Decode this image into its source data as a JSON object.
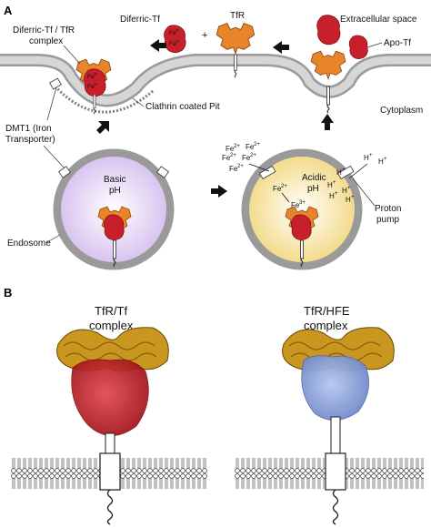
{
  "panel_a": {
    "letter": "A",
    "labels": {
      "diferric_tf_top": "Diferric-Tf",
      "tfr_top": "TfR",
      "plus": "+",
      "extracellular": "Extracellular space",
      "apo_tf": "Apo-Tf",
      "complex_line1": "Diferric-Tf / TfR",
      "complex_line2": "complex",
      "clathrin": "Clathrin coated Pit",
      "cytoplasm": "Cytoplasm",
      "dmt1_line1": "DMT1 (Iron",
      "dmt1_line2": "Transporter)",
      "basic_line1": "Basic",
      "basic_line2": "pH",
      "endosome": "Endosome",
      "acidic_line1": "Acidic",
      "acidic_line2": "pH",
      "proton_line1": "Proton",
      "proton_line2": "pump",
      "fe_ion": "Fe",
      "fe2_sup": "2+",
      "fe3_sup": "3+",
      "h_ion": "H",
      "h_sup": "+"
    }
  },
  "panel_b": {
    "letter": "B",
    "left_line1": "TfR/Tf",
    "left_line2": "complex",
    "right_line1": "TfR/HFE",
    "right_line2": "complex"
  },
  "colors": {
    "tfr_orange": "#e8852a",
    "tf_red": "#c8202a",
    "hfe_blue": "#8fa8e0",
    "membrane_gray": "#bdbdbd",
    "basic_purple": "#d9c4f0",
    "acidic_yellow": "#f7e7a8",
    "ribbon_gold": "#c9961f"
  }
}
